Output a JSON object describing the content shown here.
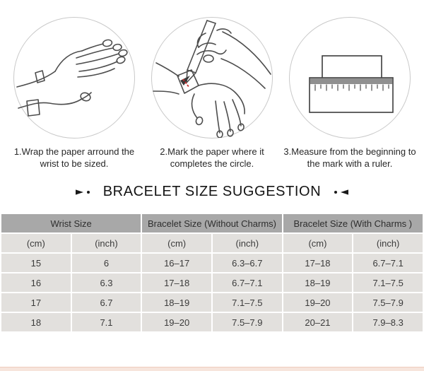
{
  "title": "BRACELET SIZE SUGGESTION",
  "steps": [
    {
      "line1": "1.Wrap the paper arround the",
      "line2": "wrist to be sized."
    },
    {
      "line1": "2.Mark the paper where it",
      "line2": "completes the circle."
    },
    {
      "line1": "3.Measure from the beginning to",
      "line2": "the mark with a ruler."
    }
  ],
  "illustrations": [
    {
      "name": "hand-with-paper-strip-icon"
    },
    {
      "name": "hand-marking-paper-with-pen-icon"
    },
    {
      "name": "ruler-measuring-paper-icon"
    }
  ],
  "table": {
    "group_headers": [
      "Wrist Size",
      "Bracelet Size (Without Charms)",
      "Bracelet Size (With Charms )"
    ],
    "unit_headers": [
      "(cm)",
      "(inch)",
      "(cm)",
      "(inch)",
      "(cm)",
      "(inch)"
    ],
    "rows": [
      [
        "15",
        "6",
        "16–17",
        "6.3–6.7",
        "17–18",
        "6.7–7.1"
      ],
      [
        "16",
        "6.3",
        "17–18",
        "6.7–7.1",
        "18–19",
        "7.1–7.5"
      ],
      [
        "17",
        "6.7",
        "18–19",
        "7.1–7.5",
        "19–20",
        "7.5–7.9"
      ],
      [
        "18",
        "7.1",
        "19–20",
        "7.5–7.9",
        "20–21",
        "7.9–8.3"
      ]
    ]
  },
  "colors": {
    "group_header_bg": "#a8a8a8",
    "cell_bg": "#e2e0dd",
    "bottom_strip": "#f7e5dc",
    "red_mark": "#cc2b2b",
    "sketch_stroke": "#4d4d4d",
    "circle_border": "#c9c9c9"
  }
}
